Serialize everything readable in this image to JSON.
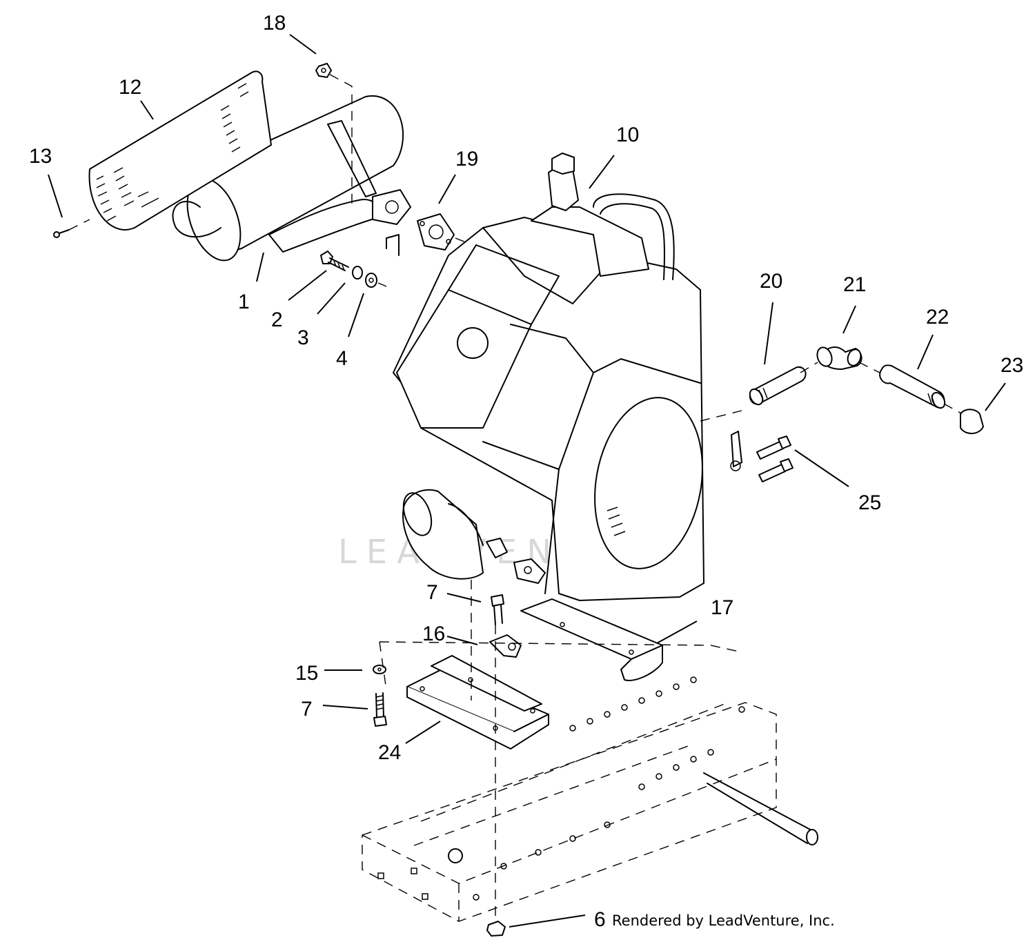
{
  "watermark": "LEADVENTURE",
  "credit": "Rendered by LeadVenture, Inc.",
  "callouts": [
    {
      "id": "c1",
      "label": "1"
    },
    {
      "id": "c2",
      "label": "2"
    },
    {
      "id": "c3",
      "label": "3"
    },
    {
      "id": "c4",
      "label": "4"
    },
    {
      "id": "c6",
      "label": "6"
    },
    {
      "id": "c7a",
      "label": "7"
    },
    {
      "id": "c7b",
      "label": "7"
    },
    {
      "id": "c10",
      "label": "10"
    },
    {
      "id": "c12",
      "label": "12"
    },
    {
      "id": "c13",
      "label": "13"
    },
    {
      "id": "c15",
      "label": "15"
    },
    {
      "id": "c16",
      "label": "16"
    },
    {
      "id": "c17",
      "label": "17"
    },
    {
      "id": "c18",
      "label": "18"
    },
    {
      "id": "c19",
      "label": "19"
    },
    {
      "id": "c20",
      "label": "20"
    },
    {
      "id": "c21",
      "label": "21"
    },
    {
      "id": "c22",
      "label": "22"
    },
    {
      "id": "c23",
      "label": "23"
    },
    {
      "id": "c24",
      "label": "24"
    },
    {
      "id": "c25",
      "label": "25"
    }
  ]
}
